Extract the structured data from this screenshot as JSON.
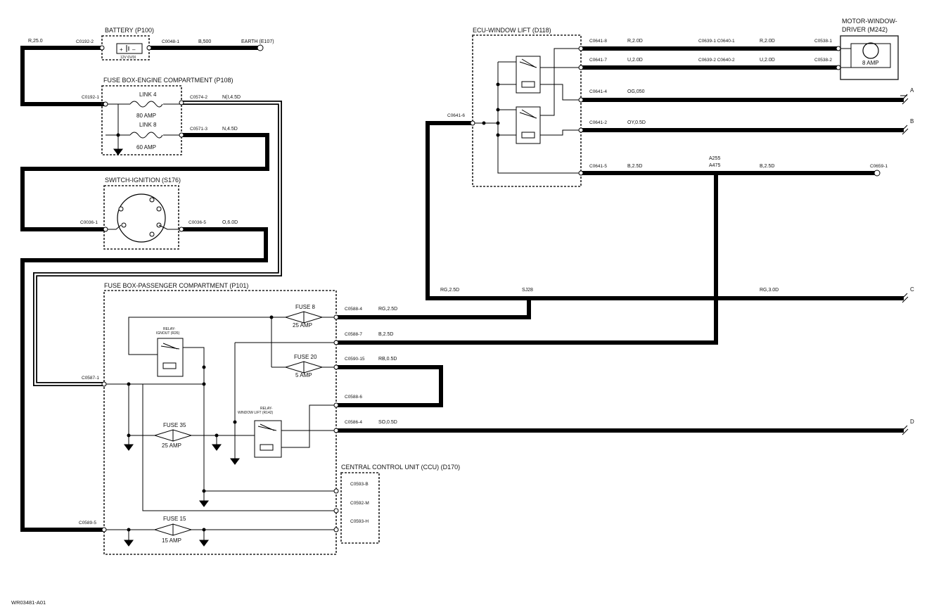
{
  "components": {
    "battery": {
      "title": "BATTERY (P100)",
      "sub": "12V 6V/IX"
    },
    "fuse_box_engine": {
      "title": "FUSE BOX-ENGINE COMPARTMENT (P108)",
      "link4": "LINK 4",
      "link4_rating": "80 AMP",
      "link8": "LINK 8",
      "link8_rating": "60 AMP"
    },
    "switch_ignition": {
      "title": "SWITCH-IGNITION (S176)"
    },
    "fuse_box_passenger": {
      "title": "FUSE BOX-PASSENGER COMPARTMENT (P101)",
      "relay1": "RELAY-\nIGNOUT (R26)",
      "relay2": "RELAY-\nWINDOW LIFT (R142)"
    },
    "ecu_window_lift": {
      "title": "ECU-WINDOW LIFT (D118)"
    },
    "motor_window_driver": {
      "title1": "MOTOR-WINDOW-",
      "title2": "DRIVER (M242)",
      "rating": "8 AMP"
    },
    "ccu": {
      "title": "CENTRAL CONTROL UNIT (CCU) (D170)",
      "pins": [
        "C0593-B",
        "C0592-M",
        "C0593-H"
      ]
    }
  },
  "fuses": [
    {
      "name": "FUSE 8",
      "rating": "25 AMP"
    },
    {
      "name": "FUSE 20",
      "rating": "5 AMP"
    },
    {
      "name": "FUSE 35",
      "rating": "25 AMP"
    },
    {
      "name": "FUSE 15",
      "rating": "15 AMP"
    }
  ],
  "connectors": {
    "c0192_2": "C0192-2",
    "c0048_1": "C0048-1",
    "c0192_1": "C0192-1",
    "c0574_2": "C0574-2",
    "c0571_3": "C0571-3",
    "c0036_1": "C0036-1",
    "c0036_5": "C0036-5",
    "c0587_1": "C0587-1",
    "c0589_5": "C0589-5",
    "c0588_4": "C0588-4",
    "c0588_7": "C0588-7",
    "c0590_15": "C0590-15",
    "c0588_6": "C0588-6",
    "c0586_4": "C0586-4",
    "c0641_6": "C0641-6",
    "c0641_8": "C0641-8",
    "c0641_7": "C0641-7",
    "c0641_4": "C0641-4",
    "c0641_2": "C0641-2",
    "c0641_5": "C0641-5",
    "c0639_1_c0640_1": "C0639-1 C0640-1",
    "c0639_2_c0640_2": "C0639-2 C0640-2",
    "c0538_1": "C0538-1",
    "c0538_2": "C0538-2",
    "c0659_1": "C0659-1"
  },
  "wires": {
    "r250": "R,25.0",
    "b500": "B,500",
    "earth": "EARTH (E107)",
    "n450": "N(I,4.5D",
    "n45d": "N,4.5D",
    "o60d": "O,6.0D",
    "rg250": "RG,2.5D",
    "b25d": "B,2.5D",
    "rb05d": "RB,0.5D",
    "so05d": "SO,0.5D",
    "r20d": "R,2.0D",
    "r20d_b": "R,2.0D",
    "u20d": "U,2.0D",
    "u20d_b": "U,2.0D",
    "og050": "OG,050",
    "ov05d": "OY,0.5D",
    "b25d_ecu": "B,2.5D",
    "b25d_ecu2": "B,2.5D",
    "rg25d_left": "RG,2.5D",
    "sj28": "SJ28",
    "rg30d": "RG,3.0D",
    "a255": "A255",
    "a475": "A475"
  },
  "outputs": {
    "a": "A",
    "b": "B",
    "c": "C",
    "d": "D"
  },
  "footer": {
    "code": "WR03481-A01"
  }
}
